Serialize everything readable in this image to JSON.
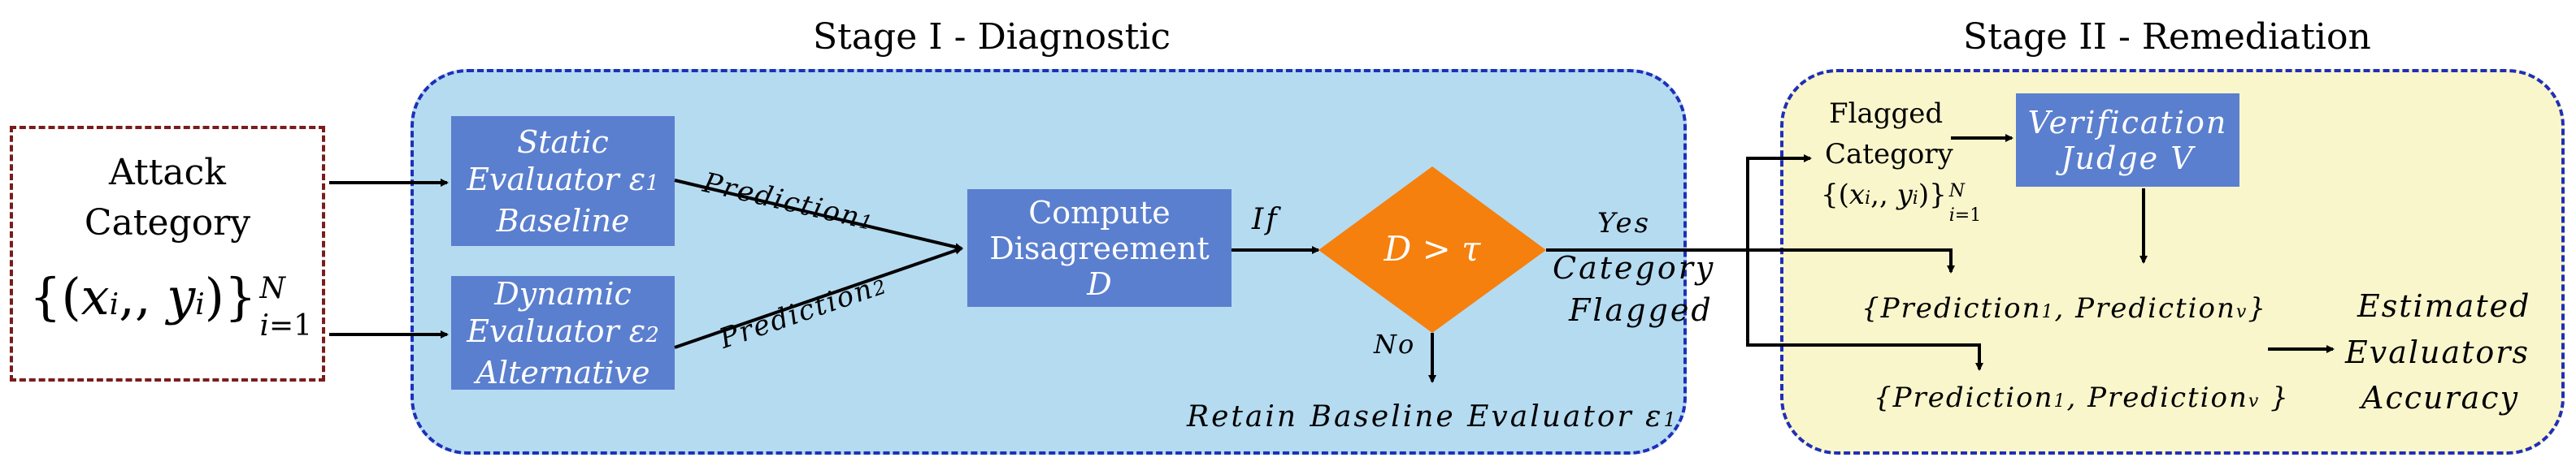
{
  "stage1": {
    "title": "Stage I - Diagnostic"
  },
  "stage2": {
    "title": "Stage II - Remediation"
  },
  "input": {
    "line1": "Attack",
    "line2": "Category",
    "formula": "{(xi,, yi)}Ni=1"
  },
  "static_evaluator": {
    "line1": "Static",
    "line2": "Evaluator ε1",
    "line3": "Baseline"
  },
  "dynamic_evaluator": {
    "line1": "Dynamic",
    "line2": "Evaluator ε2",
    "line3": "Alternative"
  },
  "edge_labels": {
    "prediction1": "Prediction1",
    "prediction2": "Prediction2",
    "if": "If",
    "yes": "Yes",
    "no": "No",
    "category_flagged_1": "Category",
    "category_flagged_2": "Flagged"
  },
  "compute_disagreement": {
    "line1": "Compute",
    "line2": "Disagreement",
    "line3": "D"
  },
  "decision": {
    "label": "D > τ"
  },
  "retain_baseline": {
    "label": "Retain Baseline Evaluator ε1"
  },
  "flagged_category": {
    "line1": "Flagged",
    "line2": "Category",
    "formula": "{(xi,, yi)}Ni=1"
  },
  "verification_judge": {
    "line1": "Verification",
    "line2": "Judge V"
  },
  "prediction_set_top": "{Prediction1, Predictionv}",
  "prediction_set_bottom": "{Prediction1, Predictionv }",
  "output": {
    "line1": "Estimated",
    "line2": "Evaluators",
    "line3": "Accuracy"
  },
  "colors": {
    "stage1_fill": "#b5dbf1",
    "stage2_fill": "#faf6cc",
    "panel_border": "#1f2fb8",
    "process_box": "#5b7fcf",
    "decision_fill": "#f5800d",
    "input_border": "#7a1c1c"
  }
}
